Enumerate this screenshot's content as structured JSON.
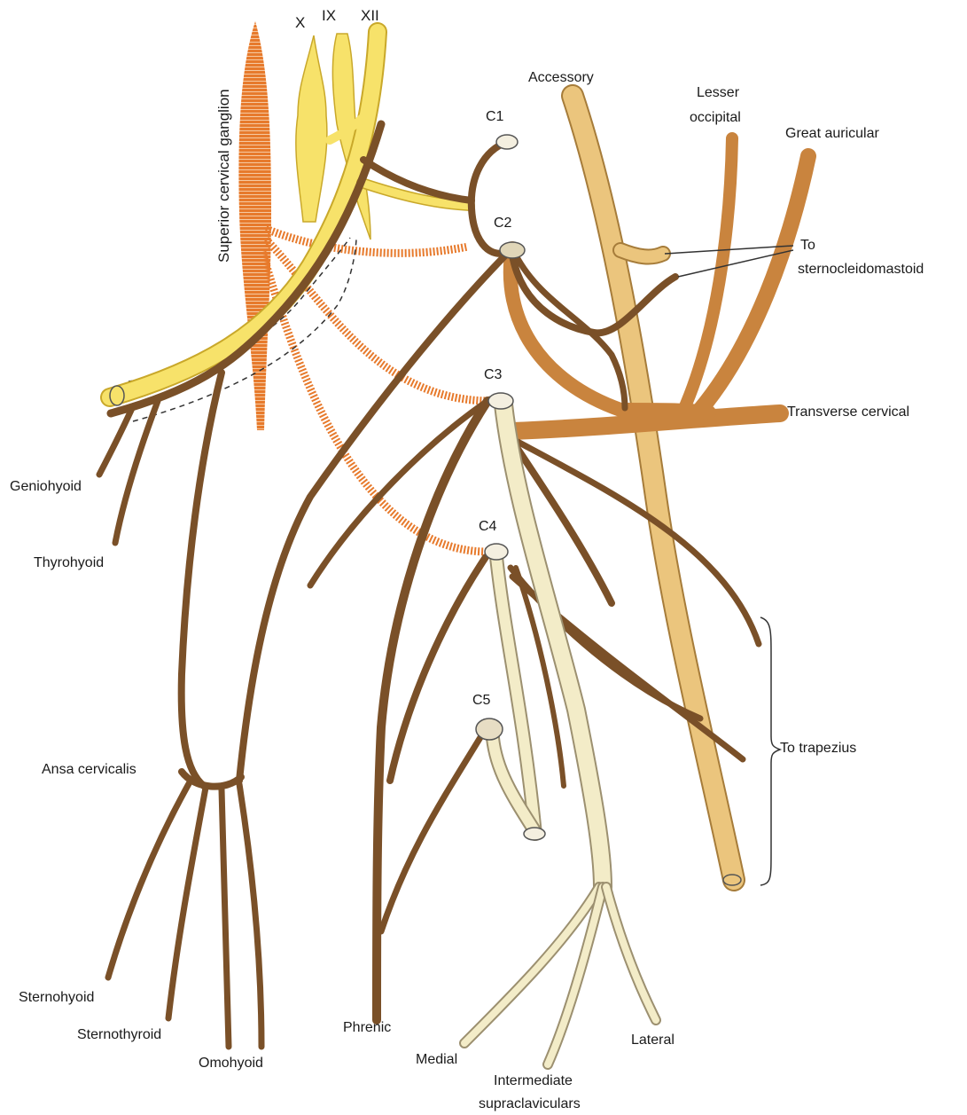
{
  "colors": {
    "motor_nerve": "#7a5028",
    "cranial_nerve": "#f7e26a",
    "cranial_nerve_edge": "#c9a82a",
    "sympathetic": "#e77a2c",
    "accessory": "#e9c27a",
    "cutaneous": "#c9843e",
    "supraclavicular": "#f3ecc8",
    "supraclavicular_edge": "#9c9070"
  },
  "labels": {
    "x": "X",
    "ix": "IX",
    "xii": "XII",
    "superior_cervical_ganglion": "Superior cervical ganglion",
    "accessory": "Accessory",
    "lesser_occipital_1": "Lesser",
    "lesser_occipital_2": "occipital",
    "great_auricular": "Great auricular",
    "c1": "C1",
    "c2": "C2",
    "c3": "C3",
    "c4": "C4",
    "c5": "C5",
    "to_scm_1": "To",
    "to_scm_2": "sternocleidomastoid",
    "transverse_cervical": "Transverse cervical",
    "geniohyoid": "Geniohyoid",
    "thyrohyoid": "Thyrohyoid",
    "to_trapezius": "To trapezius",
    "ansa_cervicalis": "Ansa cervicalis",
    "sternohyoid": "Sternohyoid",
    "sternothyroid": "Sternothyroid",
    "omohyoid": "Omohyoid",
    "phrenic": "Phrenic",
    "medial": "Medial",
    "intermediate": "Intermediate",
    "lateral": "Lateral",
    "supraclaviculars": "supraclaviculars"
  }
}
